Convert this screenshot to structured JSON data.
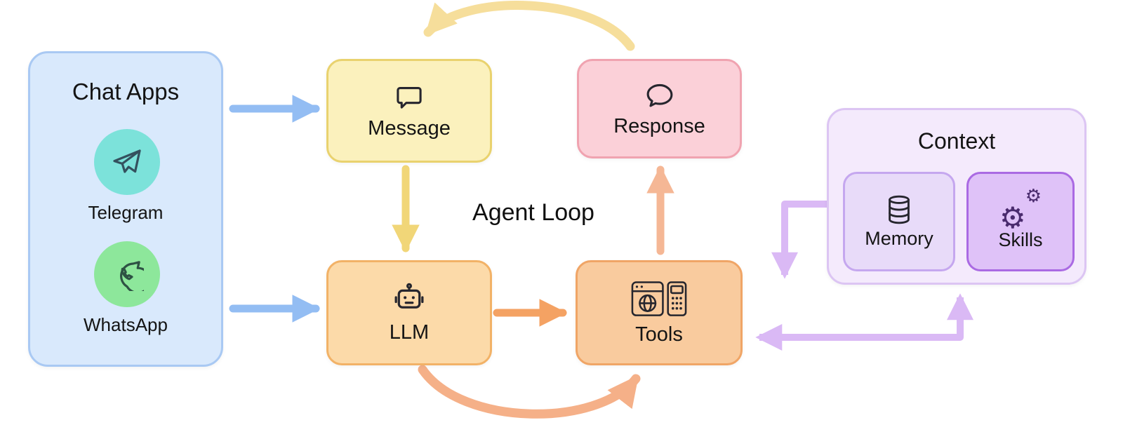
{
  "diagram": {
    "title": "Agent Loop",
    "background": "#ffffff",
    "chat_apps": {
      "title": "Chat Apps",
      "fill": "#d9e9fc",
      "border": "#a9c9f3",
      "items": [
        {
          "label": "Telegram",
          "icon": "telegram-icon",
          "circle_color": "#7ce2da"
        },
        {
          "label": "WhatsApp",
          "icon": "whatsapp-icon",
          "circle_color": "#8de79b"
        }
      ]
    },
    "nodes": [
      {
        "id": "message",
        "label": "Message",
        "icon": "square-speech-bubble-icon",
        "fill": "#fbf1bd",
        "border": "#e9d26e"
      },
      {
        "id": "response",
        "label": "Response",
        "icon": "round-speech-bubble-icon",
        "fill": "#fbd0d8",
        "border": "#f0a3b0"
      },
      {
        "id": "llm",
        "label": "LLM",
        "icon": "robot-icon",
        "fill": "#fcdaa9",
        "border": "#f2b267"
      },
      {
        "id": "tools",
        "label": "Tools",
        "icon": "browser-calculator-icon",
        "fill": "#f9cb9e",
        "border": "#f0a566"
      }
    ],
    "context": {
      "title": "Context",
      "fill": "#f4eafc",
      "border": "#dcc5f3",
      "items": [
        {
          "label": "Memory",
          "icon": "database-icon",
          "fill": "#e8dbf9",
          "border": "#c5a7ef"
        },
        {
          "label": "Skills",
          "icon": "gears-icon",
          "fill": "#dfc2f8",
          "border": "#aa6ae3"
        }
      ]
    },
    "icons": {
      "gear_glyph": "⚙"
    },
    "edges": [
      {
        "from": "chat-apps",
        "to": "message",
        "color": "#93bdf3",
        "style": "straight"
      },
      {
        "from": "chat-apps",
        "to": "llm",
        "color": "#93bdf3",
        "style": "straight"
      },
      {
        "from": "message",
        "to": "llm",
        "color": "#f1d678",
        "style": "straight"
      },
      {
        "from": "llm",
        "to": "tools",
        "color": "#f4a263",
        "style": "straight"
      },
      {
        "from": "tools",
        "to": "response",
        "color": "#f5b795",
        "style": "straight"
      },
      {
        "from": "response",
        "to": "message",
        "color": "#f6de9b",
        "style": "curved-top"
      },
      {
        "from": "llm",
        "to": "tools",
        "color": "#f5b088",
        "style": "curved-bottom"
      },
      {
        "from": "context",
        "to": "tools",
        "color": "#dab9f5",
        "style": "elbow"
      },
      {
        "from": "tools",
        "to": "context",
        "color": "#dab9f5",
        "style": "elbow-bidirectional"
      }
    ]
  }
}
